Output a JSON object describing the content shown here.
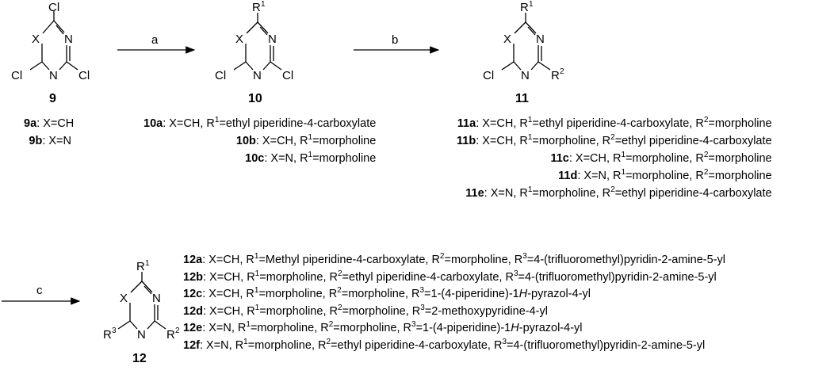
{
  "conditions": {
    "a": "a",
    "b": "b",
    "c": "c"
  },
  "atoms": {
    "x": "X",
    "n": "N",
    "cl": "Cl",
    "r": "R",
    "one": "1",
    "two": "2",
    "three": "3"
  },
  "compounds": {
    "c9": {
      "id": "9"
    },
    "c10": {
      "id": "10"
    },
    "c11": {
      "id": "11"
    },
    "c12": {
      "id": "12"
    }
  },
  "list9": [
    {
      "id": "9a",
      "desc": ": X=CH"
    },
    {
      "id": "9b",
      "desc": ": X=N"
    }
  ],
  "list10": [
    {
      "id": "10a",
      "parts": [
        ": X=CH, R",
        "1",
        "=ethyl piperidine-4-carboxylate"
      ]
    },
    {
      "id": "10b",
      "parts": [
        ": X=CH, R",
        "1",
        "=morpholine"
      ]
    },
    {
      "id": "10c",
      "parts": [
        ": X=N, R",
        "1",
        "=morpholine"
      ]
    }
  ],
  "list11": [
    {
      "id": "11a",
      "parts": [
        ": X=CH, R",
        "1",
        "=ethyl piperidine-4-carboxylate, R",
        "2",
        "=morpholine"
      ]
    },
    {
      "id": "11b",
      "parts": [
        ": X=CH, R",
        "1",
        "=morpholine, R",
        "2",
        "=ethyl piperidine-4-carboxylate"
      ]
    },
    {
      "id": "11c",
      "parts": [
        ": X=CH, R",
        "1",
        "=morpholine, R",
        "2",
        "=morpholine"
      ]
    },
    {
      "id": "11d",
      "parts": [
        ": X=N, R",
        "1",
        "=morpholine, R",
        "2",
        "=morpholine"
      ]
    },
    {
      "id": "11e",
      "parts": [
        ": X=N, R",
        "1",
        "=morpholine, R",
        "2",
        "=ethyl piperidine-4-carboxylate"
      ]
    }
  ],
  "list12": [
    {
      "id": "12a",
      "parts": [
        ": X=CH, R",
        "1",
        "=Methyl piperidine-4-carboxylate, R",
        "2",
        "=morpholine, R",
        "3",
        "=4-(trifluoromethyl)pyridin-2-amine-5-yl"
      ]
    },
    {
      "id": "12b",
      "parts": [
        ": X=CH, R",
        "1",
        "=morpholine, R",
        "2",
        "=ethyl piperidine-4-carboxylate, R",
        "3",
        "=4-(trifluoromethyl)pyridin-2-amine-5-yl"
      ]
    },
    {
      "id": "12c",
      "parts": [
        ": X=CH, R",
        "1",
        "=morpholine, R",
        "2",
        "=morpholine, R",
        "3",
        "=1-(4-piperidine)-1",
        "H",
        "-pyrazol-4-yl"
      ]
    },
    {
      "id": "12d",
      "parts": [
        ": X=CH, R",
        "1",
        "=morpholine, R",
        "2",
        "=morpholine, R",
        "3",
        "=2-methoxypyridine-4-yl"
      ]
    },
    {
      "id": "12e",
      "parts": [
        ": X=N, R",
        "1",
        "=morpholine, R",
        "2",
        "=morpholine, R",
        "3",
        "=1-(4-piperidine)-1",
        "H",
        "-pyrazol-4-yl"
      ]
    },
    {
      "id": "12f",
      "parts": [
        ": X=N, R",
        "1",
        "=morpholine, R",
        "2",
        "=ethyl piperidine-4-carboxylate, R",
        "3",
        "=4-(trifluoromethyl)pyridin-2-amine-5-yl"
      ]
    }
  ]
}
